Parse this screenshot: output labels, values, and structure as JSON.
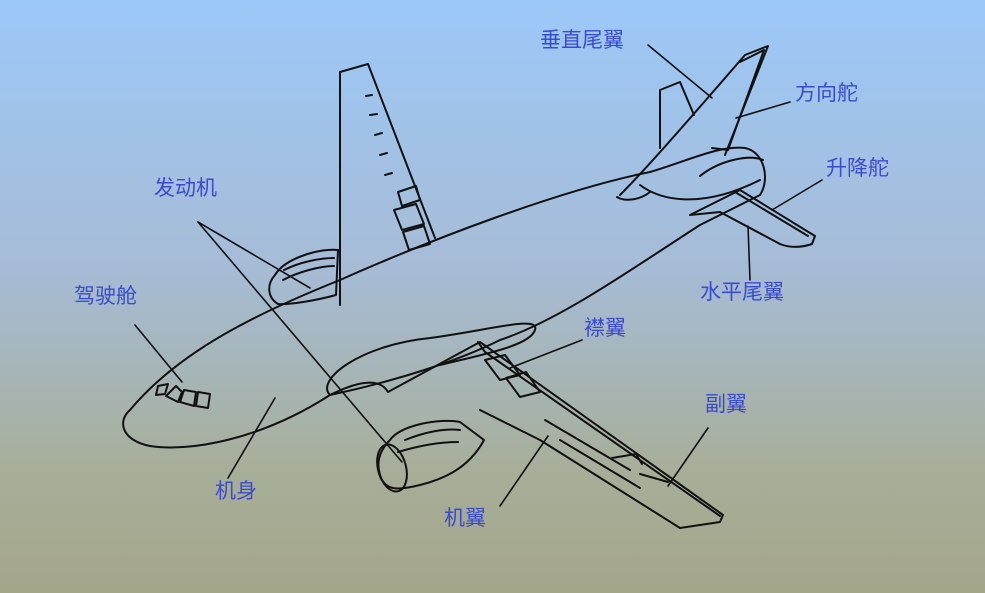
{
  "labels": {
    "vertical_stabilizer": "垂直尾翼",
    "rudder": "方向舵",
    "elevator": "升降舵",
    "horizontal_stabilizer": "水平尾翼",
    "engine": "发动机",
    "cockpit": "驾驶舱",
    "flap": "襟翼",
    "aileron": "副翼",
    "fuselage": "机身",
    "wing": "机翼"
  },
  "colors": {
    "label": "#3a4bd0",
    "line": "#111111",
    "sky_top": "#9cc8f8",
    "ground_bottom": "#a4a68a"
  }
}
